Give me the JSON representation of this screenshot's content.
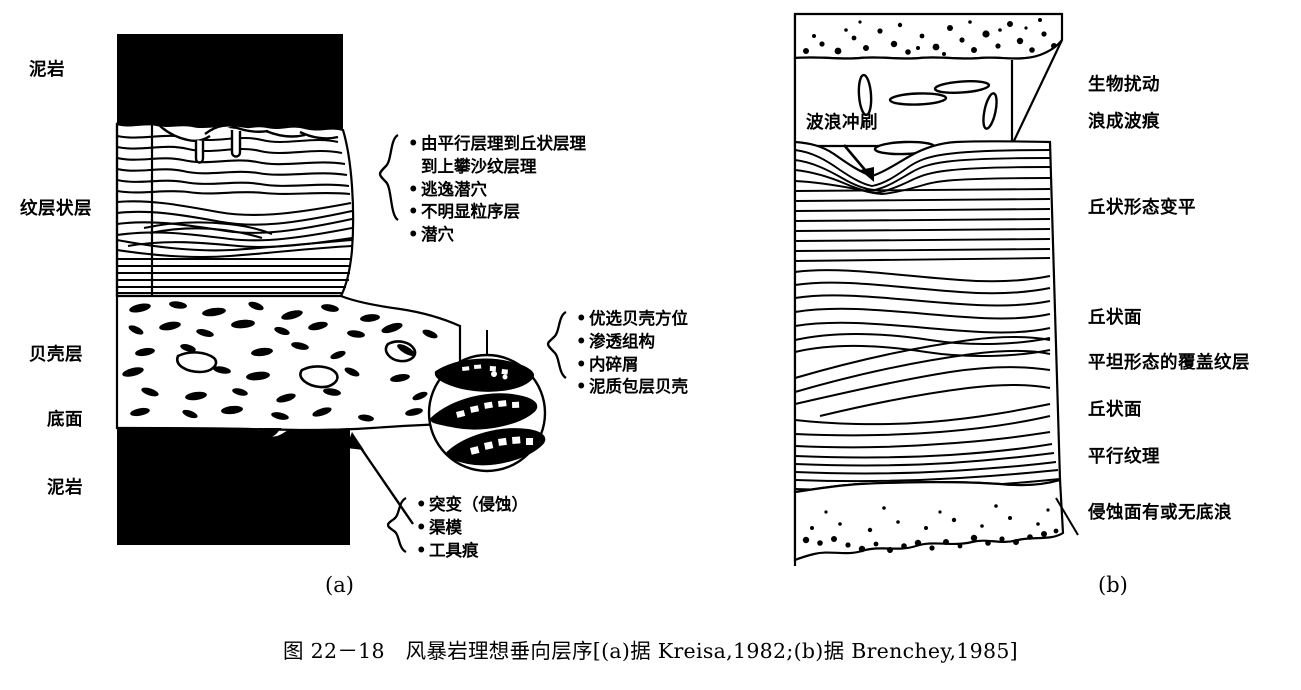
{
  "figure": {
    "caption": "图 22－18　风暴岩理想垂向层序[(a)据 Kreisa,1982;(b)据 Brenchey,1985]",
    "panel_a_tag": "(a)",
    "panel_b_tag": "(b)"
  },
  "panel_a": {
    "left_labels": [
      {
        "text": "泥岩",
        "name": "label-mudstone-top"
      },
      {
        "text": "纹层状层",
        "name": "label-laminated-bed"
      },
      {
        "text": "贝壳层",
        "name": "label-shell-bed"
      },
      {
        "text": "底面",
        "name": "label-base-surface"
      },
      {
        "text": "泥岩",
        "name": "label-mudstone-bottom"
      }
    ],
    "annotation_groups": [
      {
        "name": "annotations-laminated",
        "items": [
          {
            "bullet": "•",
            "line1": "由平行层理到丘状层理",
            "line2": "到上攀沙纹层理"
          },
          {
            "bullet": "•",
            "line1": "逃逸潜穴",
            "line2": ""
          },
          {
            "bullet": "•",
            "line1": "不明显粒序层",
            "line2": ""
          },
          {
            "bullet": "•",
            "line1": "潜穴",
            "line2": ""
          }
        ]
      },
      {
        "name": "annotations-shell",
        "items": [
          {
            "bullet": "•",
            "line1": "优选贝壳方位",
            "line2": ""
          },
          {
            "bullet": "•",
            "line1": "渗透组构",
            "line2": ""
          },
          {
            "bullet": "•",
            "line1": "内碎屑",
            "line2": ""
          },
          {
            "bullet": "•",
            "line1": "泥质包层贝壳",
            "line2": ""
          }
        ]
      },
      {
        "name": "annotations-base",
        "items": [
          {
            "bullet": "•",
            "line1": "突变（侵蚀）",
            "line2": ""
          },
          {
            "bullet": "•",
            "line1": "渠模",
            "line2": ""
          },
          {
            "bullet": "•",
            "line1": "工具痕",
            "line2": ""
          }
        ]
      }
    ]
  },
  "panel_b": {
    "inner_label": "波浪冲刷",
    "right_labels": [
      {
        "text": "生物扰动",
        "name": "label-bioturbation"
      },
      {
        "text": "浪成波痕",
        "name": "label-wave-ripples"
      },
      {
        "text": "丘状形态变平",
        "name": "label-hummock-flattening"
      },
      {
        "text": "丘状面",
        "name": "label-hummocky-surface-1"
      },
      {
        "text": "平坦形态的覆盖纹层",
        "name": "label-flat-draping-lamina"
      },
      {
        "text": "丘状面",
        "name": "label-hummocky-surface-2"
      },
      {
        "text": "平行纹理",
        "name": "label-parallel-lamination"
      },
      {
        "text": "侵蚀面有或无底浪",
        "name": "label-erosional-surface"
      }
    ]
  },
  "colors": {
    "ink": "#000000",
    "paper": "#ffffff"
  }
}
